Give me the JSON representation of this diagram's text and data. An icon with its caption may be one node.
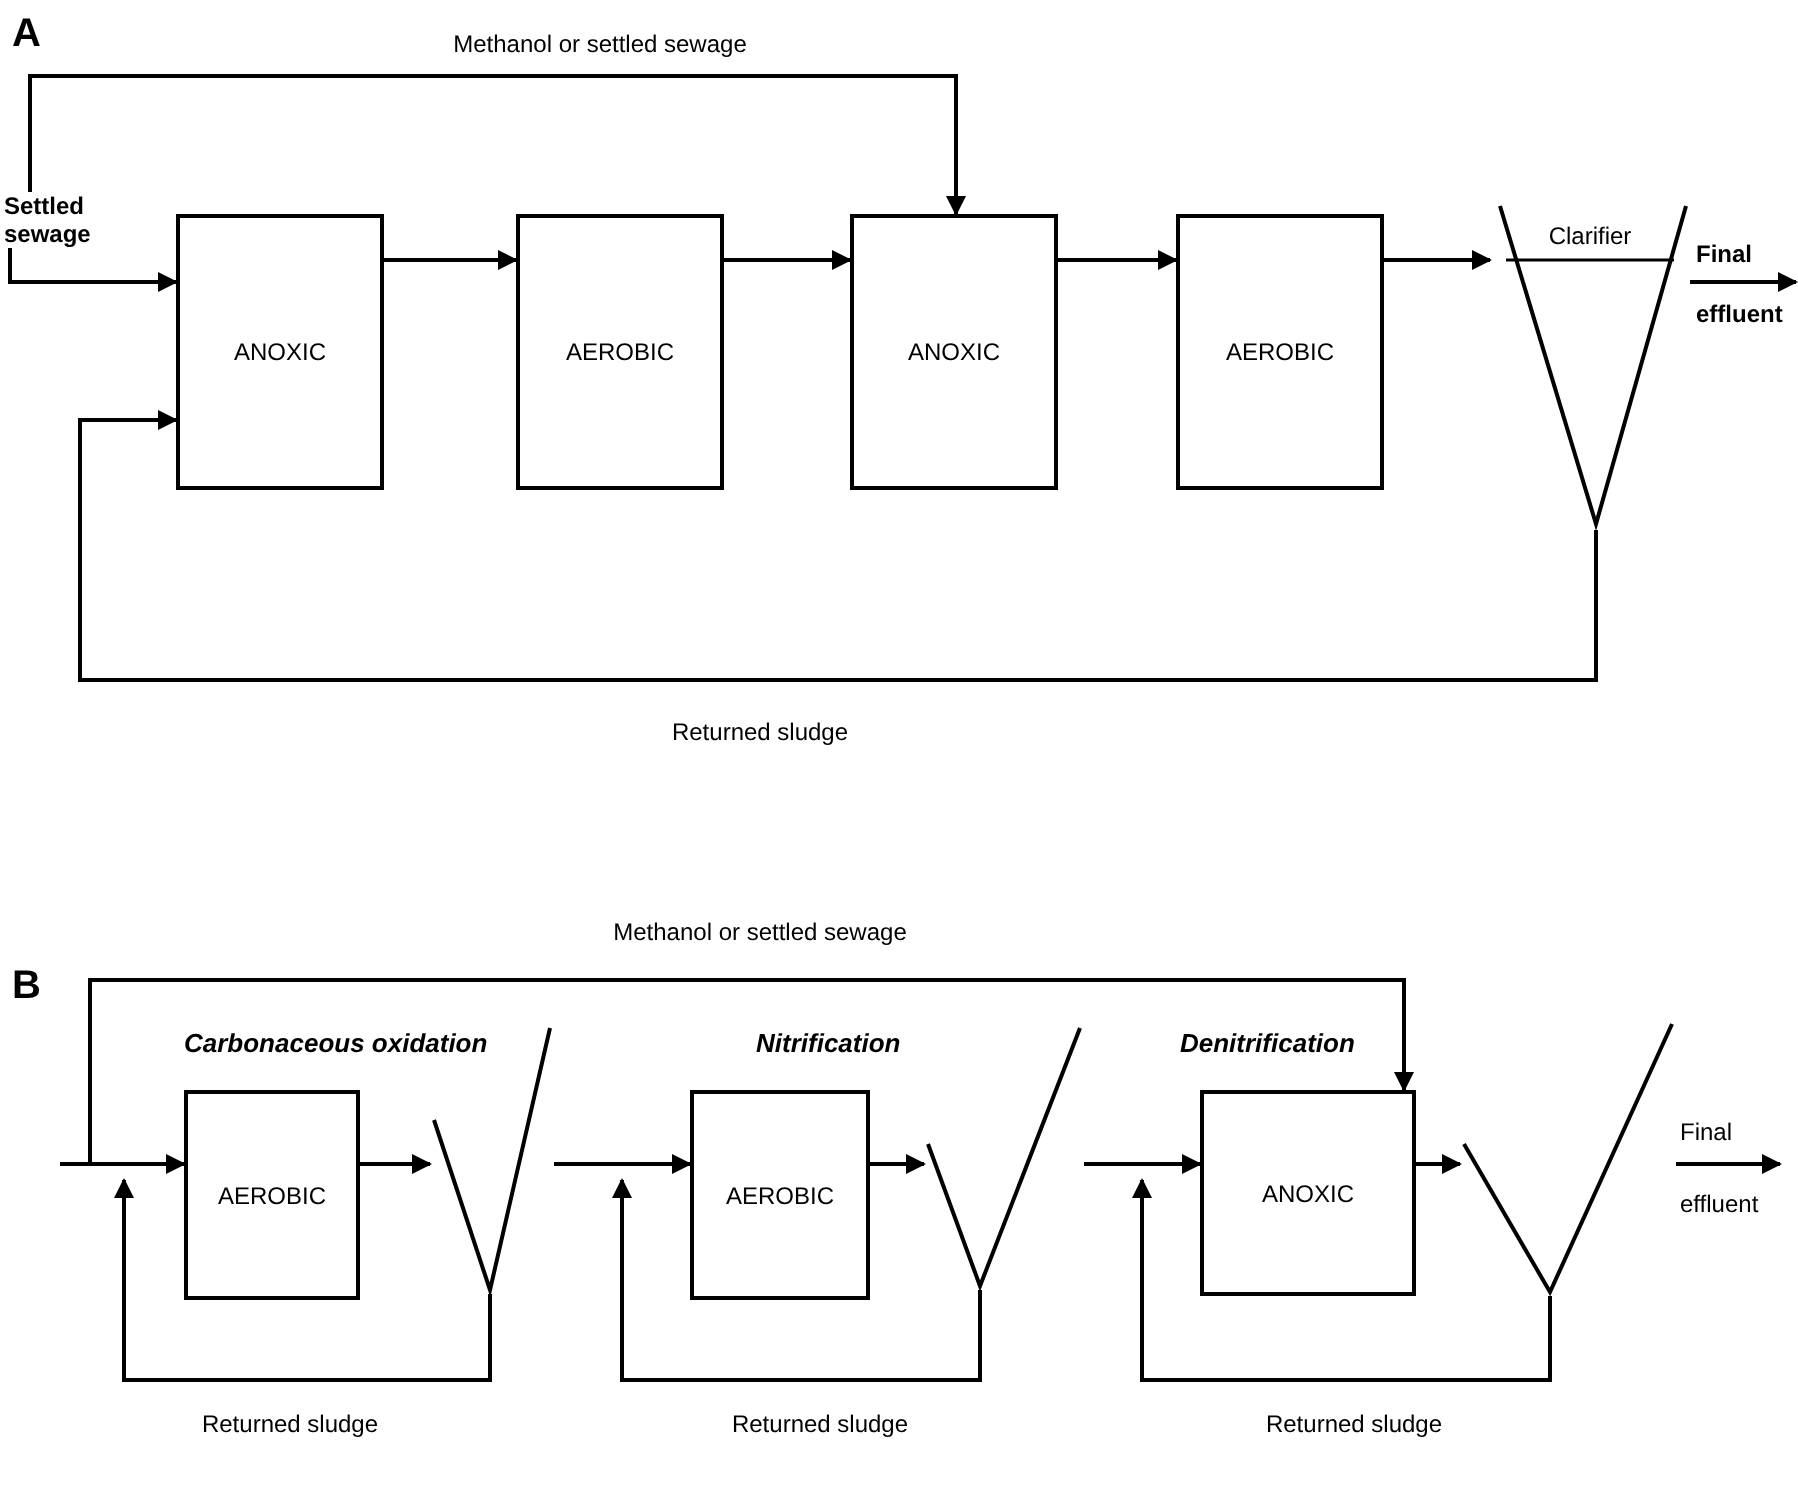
{
  "diagram": {
    "nodes": [
      {
        "text": [
          "Settled sewage"
        ]
      },
      {
        "text": [
          "ANOXIC"
        ]
      },
      {
        "text": [
          "AEROBIC"
        ]
      },
      {
        "text": [
          "ANOXIC"
        ]
      },
      {
        "text": [
          "AEROBIC"
        ]
      },
      {
        "text": [
          "Clarifier"
        ]
      },
      {
        "text": [
          "Final effluent"
        ]
      },
      {
        "text": [
          "AEROBIC"
        ]
      },
      {
        "text": [],
        "shape": "triangle"
      },
      {
        "text": [
          "AEROBIC"
        ]
      },
      {
        "text": [],
        "shape": "triangle"
      },
      {
        "text": [
          "ANOXIC"
        ]
      },
      {
        "text": [],
        "shape": "triangle"
      },
      {
        "text": [
          "Final effluent"
        ]
      }
    ],
    "edges": [
      {
        "from": 0,
        "to": 1,
        "arrow": "to"
      },
      {
        "from": 1,
        "to": 2,
        "arrow": "to"
      },
      {
        "from": 2,
        "to": 3,
        "arrow": "to"
      },
      {
        "from": 3,
        "to": 4,
        "arrow": "to"
      },
      {
        "from": 4,
        "to": 5,
        "arrow": "to"
      },
      {
        "from": 5,
        "to": 6,
        "arrow": "to"
      },
      {
        "from": 0,
        "to": 3,
        "arrow": "to",
        "label": "Methanol or settled sewage"
      },
      {
        "from": 5,
        "to": 1,
        "arrow": "to",
        "label": "Returned sludge"
      },
      {
        "from": null,
        "to": 7,
        "arrow": "to"
      },
      {
        "from": 7,
        "to": 8,
        "arrow": "to"
      },
      {
        "from": 8,
        "to": 9,
        "arrow": "to"
      },
      {
        "from": 9,
        "to": 10,
        "arrow": "to"
      },
      {
        "from": 10,
        "to": 11,
        "arrow": "to"
      },
      {
        "from": 11,
        "to": 12,
        "arrow": "to"
      },
      {
        "from": 12,
        "to": 13,
        "arrow": "to"
      },
      {
        "from": null,
        "to": 11,
        "arrow": "to",
        "label": "Methanol or settled sewage"
      },
      {
        "from": 8,
        "to": null,
        "arrow": "to",
        "label": "Returned sludge"
      },
      {
        "from": 10,
        "to": null,
        "arrow": "to",
        "label": "Returned sludge"
      },
      {
        "from": 12,
        "to": null,
        "arrow": "to",
        "label": "Returned sludge"
      }
    ],
    "labels": [
      "A",
      "B",
      "Carbonaceous oxidation",
      "Nitrification",
      "Denitrification"
    ]
  }
}
